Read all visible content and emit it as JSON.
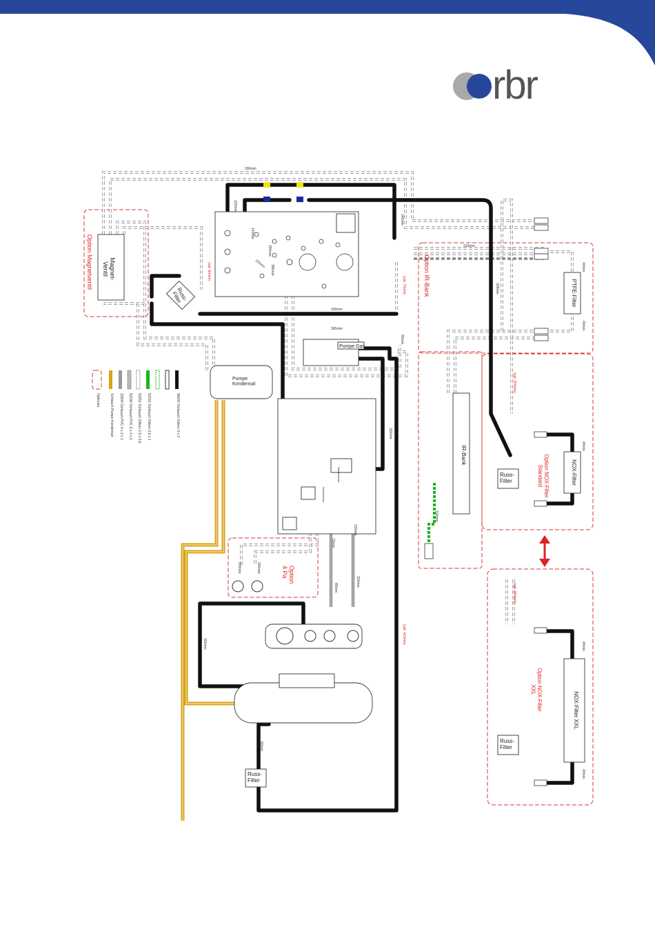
{
  "brand": {
    "logo_text": "rbr",
    "colors": {
      "header_band": "#27479a",
      "logo_dot_blue": "#27479a",
      "logo_dot_gray": "#a9a9a9",
      "logo_text": "#555555",
      "option_frame": "#dd3333",
      "hose_black": "#111111",
      "hose_green": "#18b818",
      "hose_yellow": "#d8a318"
    }
  },
  "labels": {
    "option_magnetventil": "Option Magnetventil",
    "magnetventil": "Magnet-\nVentil",
    "russ_filter": "Russ-\nFilter",
    "pumpe_gas": "Pumpe Gas",
    "pumpe_kondensat": "Pumpe\nKondensat",
    "option_ir_bank": "Option IR-Bank",
    "ir_bank": "IR-Bank",
    "ptfe_filter": "PTFE-Filter",
    "nox_filter": "NOX-Filter",
    "option_nox_standard": "Option NOX-Filter\nStandard",
    "option_nox_xxl": "Option NOX-Filter\nXXL",
    "nox_filter_xxl": "NOX-Filter XXL",
    "option_4pa": "Option\n4 Pa",
    "drucksensor": "Drucksensor",
    "staubsensor": "Staubsensor"
  },
  "dimensions": [
    "290mm",
    "120mm",
    "140mm",
    "150mm",
    "125mm",
    "380mm",
    "(opt. 80mm)",
    "140mm",
    "(opt. 70mm)",
    "330mm",
    "365mm",
    "55mm",
    "310mm",
    "330mm",
    "305mm",
    "(opt. 200mm)",
    "40mm",
    "40mm",
    "40mm",
    "100mm",
    "310mm",
    "85mm",
    "210mm",
    "72mm",
    "200mm",
    "200mm",
    "300mm",
    "60mm",
    "(opt. 410mm)",
    "(opt. 220mm)",
    "40mm",
    "40mm"
  ],
  "legend": [
    {
      "id": "optionen",
      "text": "Optionen"
    },
    {
      "id": "yellow",
      "text": "Schlauch Pumpe Kondensat"
    },
    {
      "id": "gray1",
      "text": "22900 Schlauch PVC 4 x 2 x 1"
    },
    {
      "id": "gray2",
      "text": "52190 Schlauch PVC 6 x 4 x 1"
    },
    {
      "id": "gray3",
      "text": "52251 Schlauch Silikon 1,5 x 0,6"
    },
    {
      "id": "green",
      "text": "52151 Schlauch Silikon 2,5 x 1"
    },
    {
      "id": "black",
      "text": "56000 Schlauch Silikon 3 x 2"
    }
  ]
}
